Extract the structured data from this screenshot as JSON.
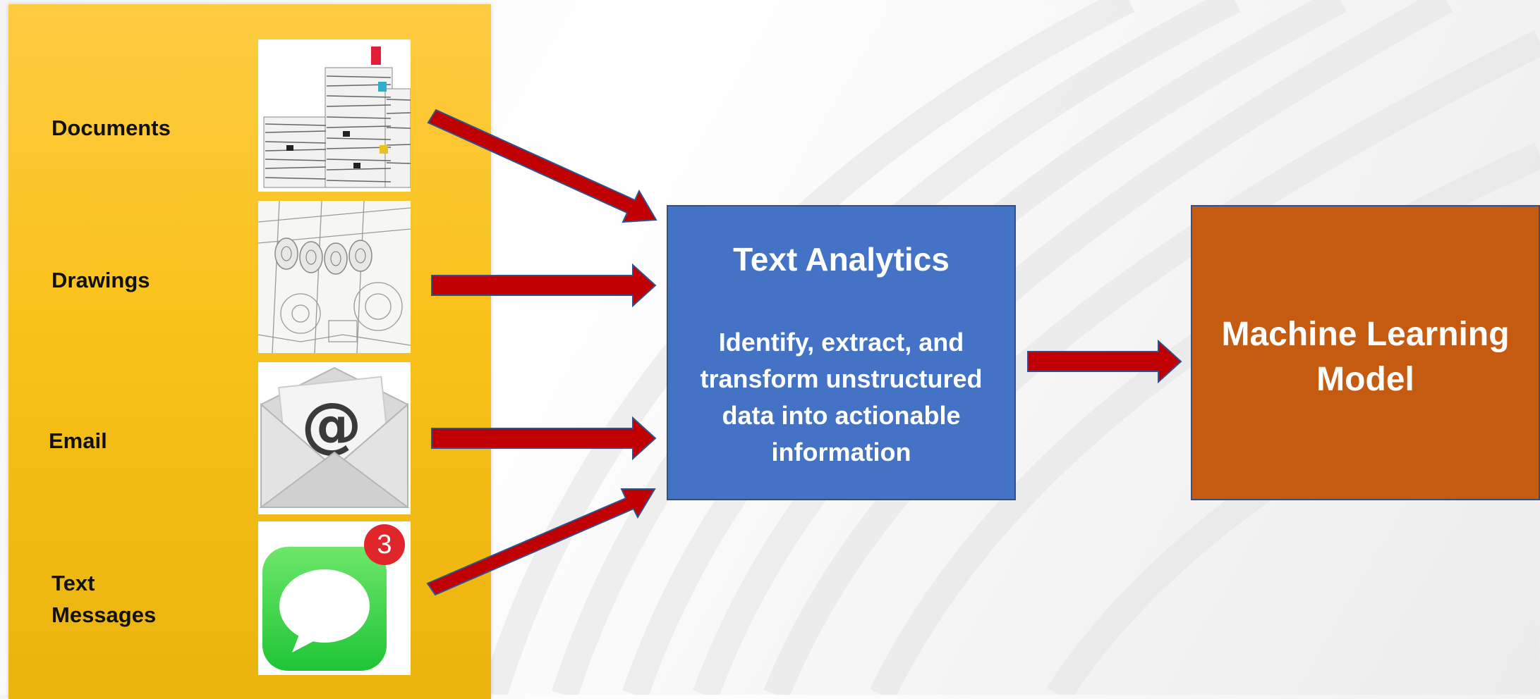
{
  "sources": [
    {
      "label": "Documents",
      "icon": "document-stack-icon"
    },
    {
      "label": "Drawings",
      "icon": "blueprint-drawings-icon"
    },
    {
      "label": "Email",
      "icon": "email-envelope-icon"
    },
    {
      "label_line1": "Text",
      "label_line2": "Messages",
      "icon": "messages-app-icon",
      "badge": "3"
    }
  ],
  "text_analytics": {
    "title": "Text Analytics",
    "description": "Identify, extract, and transform unstructured data into actionable information"
  },
  "ml_model": {
    "title": "Machine Learning Model"
  },
  "colors": {
    "panel": "#f9c21b",
    "text_analytics_box": "#4472c4",
    "ml_box": "#c55a11",
    "arrow_fill": "#c00000",
    "arrow_stroke": "#2f528f",
    "messages_green": "#35d14b",
    "badge_red": "#e0252b"
  }
}
